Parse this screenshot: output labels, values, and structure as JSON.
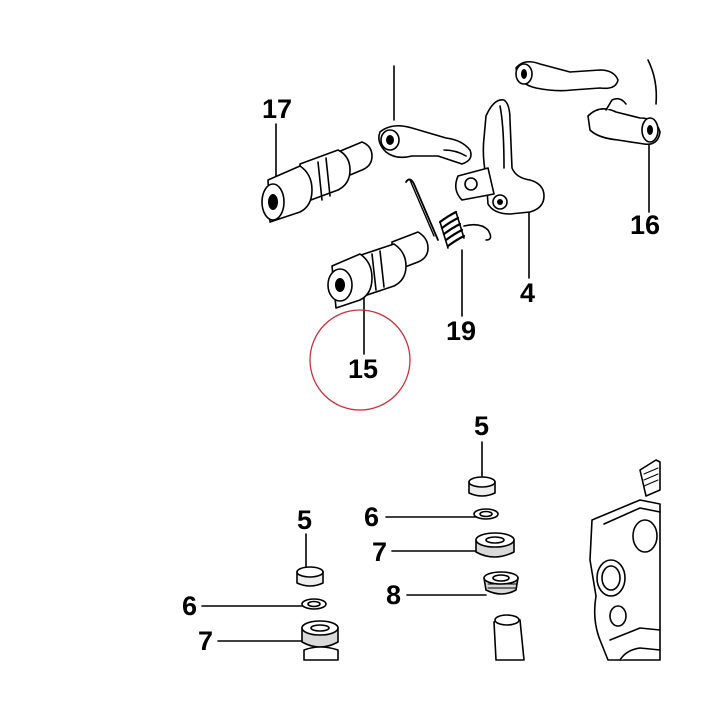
{
  "diagram": {
    "callouts": {
      "c17": "17",
      "c16": "16",
      "c4": "4",
      "c19": "19",
      "c15": "15",
      "c5a": "5",
      "c6a": "6",
      "c7a": "7",
      "c8": "8",
      "c5b": "5",
      "c6b": "6",
      "c7b": "7"
    },
    "highlighted_callout": "15",
    "colors": {
      "line": "#000000",
      "highlight_circle": "#c8323c",
      "background": "#ffffff",
      "part_shade": "#d9d9d9"
    }
  }
}
